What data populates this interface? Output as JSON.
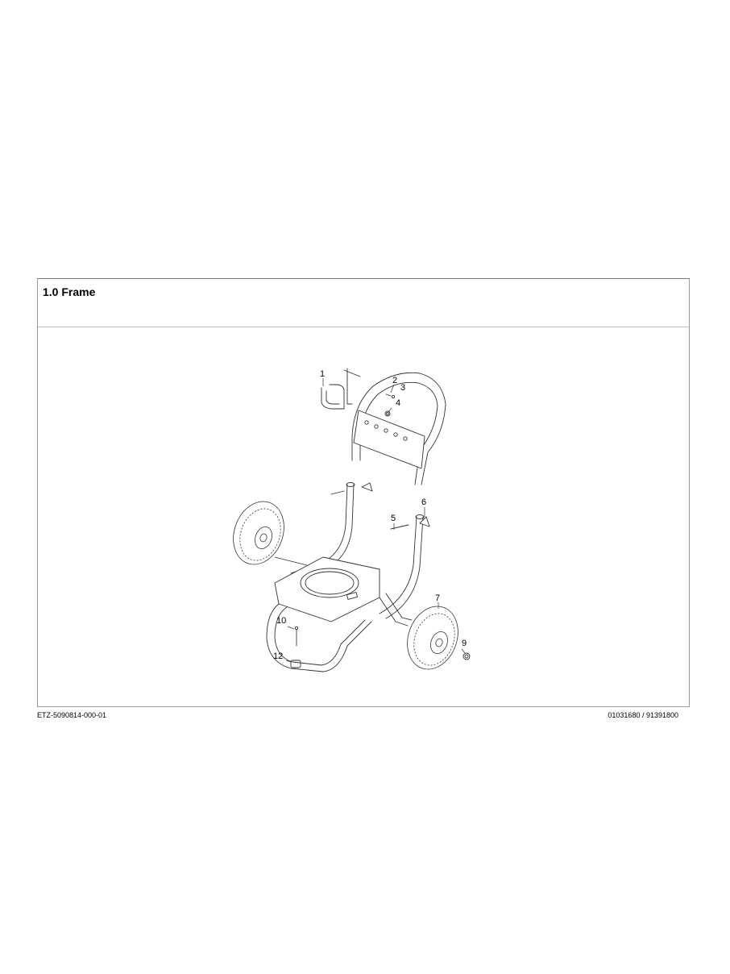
{
  "section": {
    "title": "1.0 Frame"
  },
  "diagram": {
    "description": "Exploded parts view of pressure washer cart frame",
    "callouts": [
      {
        "id": "1",
        "label": "1",
        "part": "hose/cable hook bracket"
      },
      {
        "id": "2",
        "label": "2",
        "part": "screw"
      },
      {
        "id": "3",
        "label": "3",
        "part": "nut"
      },
      {
        "id": "4",
        "label": "4",
        "part": "plug/cap"
      },
      {
        "id": "5",
        "label": "5",
        "part": "bolt"
      },
      {
        "id": "6",
        "label": "6",
        "part": "wing knob"
      },
      {
        "id": "7",
        "label": "7",
        "part": "wheel"
      },
      {
        "id": "9",
        "label": "9",
        "part": "hub cap / nut"
      },
      {
        "id": "10",
        "label": "10",
        "part": "screw"
      },
      {
        "id": "12",
        "label": "12",
        "part": "foot"
      }
    ]
  },
  "footer": {
    "left": "ETZ-5090814-000-01",
    "right": "01031680 / 91391800"
  }
}
